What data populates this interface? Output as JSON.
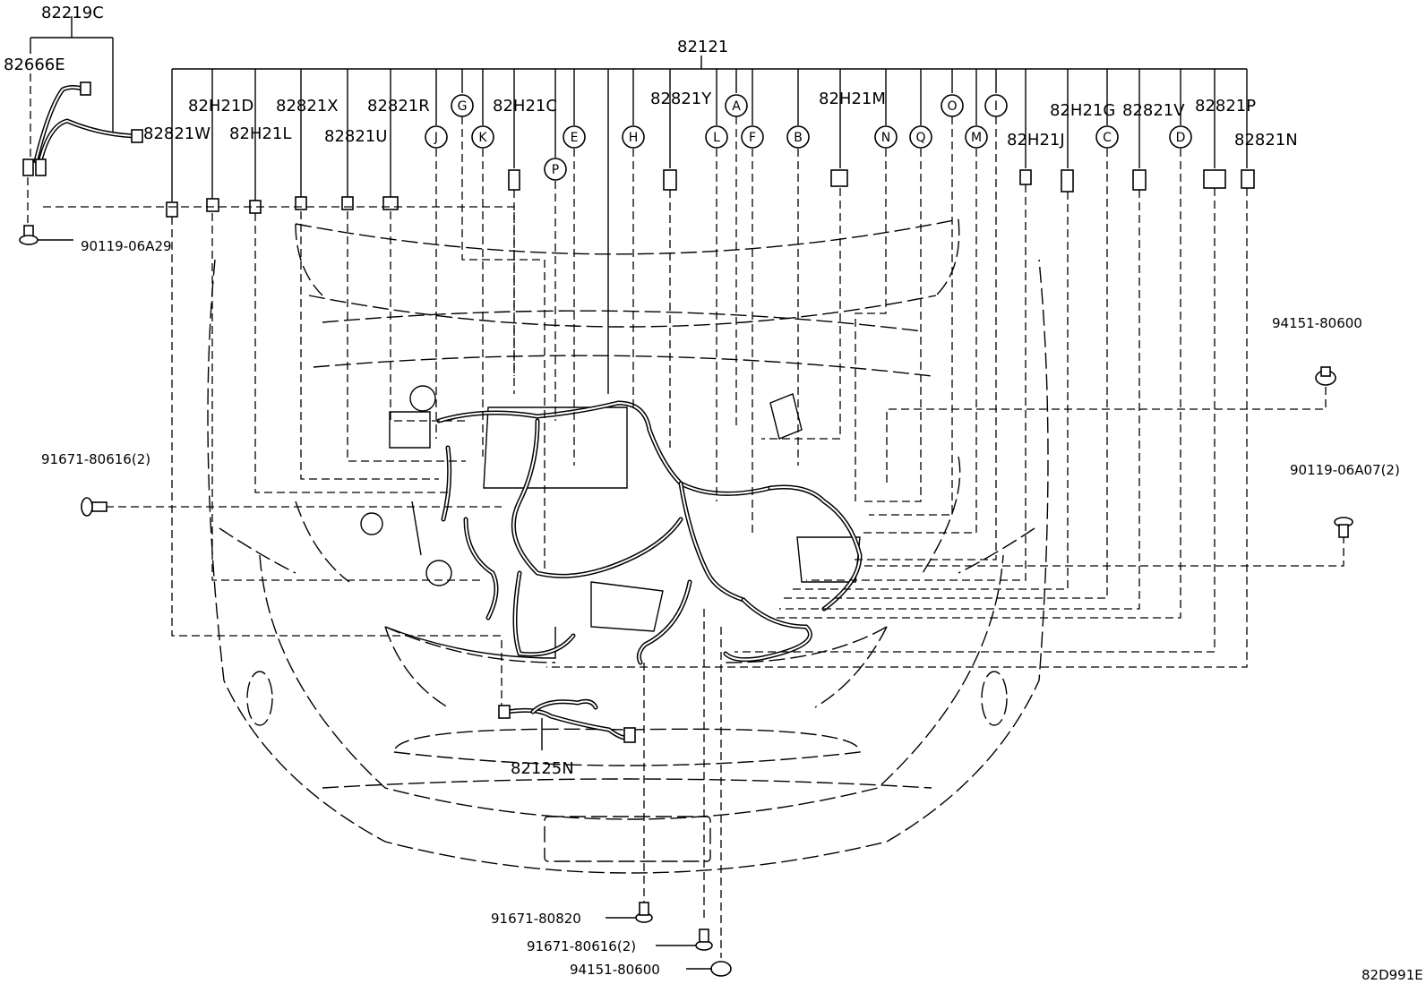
{
  "diagram": {
    "main_harness": "82121",
    "reference_code": "82D991E",
    "sub_harness_top": "82219C",
    "sub_harness_lower": "82125N",
    "sub_part_left": "82666E",
    "connectors": {
      "c82821W": "82821W",
      "c82H21D": "82H21D",
      "c82H21L": "82H21L",
      "c82821X": "82821X",
      "c82821U": "82821U",
      "c82821R": "82821R",
      "c82H21C": "82H21C",
      "c82821Y": "82821Y",
      "c82H21M": "82H21M",
      "c82H21G": "82H21G",
      "c82H21J": "82H21J",
      "c82821V": "82821V",
      "c82821P": "82821P",
      "c82821N": "82821N"
    },
    "circle_labels": {
      "A": "A",
      "B": "B",
      "C": "C",
      "D": "D",
      "E": "E",
      "F": "F",
      "G": "G",
      "H": "H",
      "I": "I",
      "J": "J",
      "K": "K",
      "L": "L",
      "M": "M",
      "N": "N",
      "O": "O",
      "P": "P",
      "Q": "Q"
    },
    "fasteners": {
      "f1": "90119-06A29",
      "f2": "91671-80616(2)",
      "f3": "94151-80600",
      "f4": "90119-06A07(2)",
      "f5": "91671-80820",
      "f6": "91671-80616(2)",
      "f7": "94151-80600"
    }
  }
}
